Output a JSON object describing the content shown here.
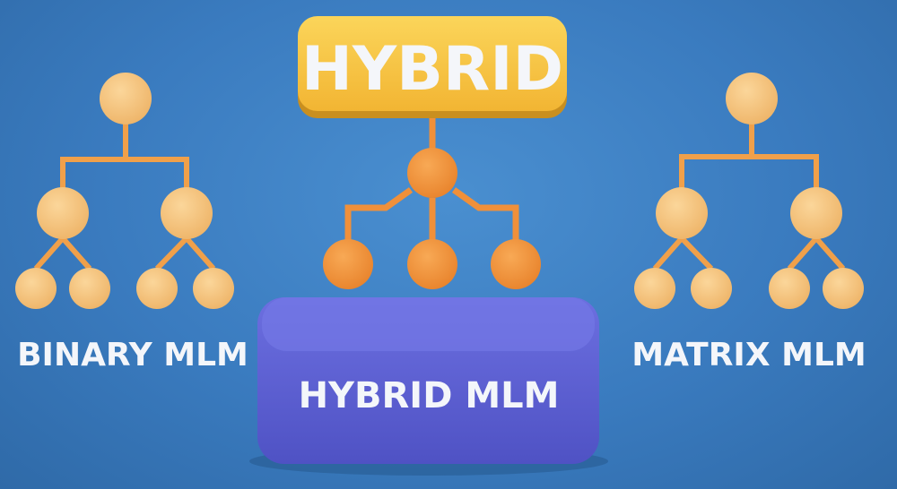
{
  "header": {
    "label": "HYBRID"
  },
  "platform": {
    "label": "HYBRID MLM"
  },
  "left_tree": {
    "label": "BINARY MLM"
  },
  "right_tree": {
    "label": "MATRIX MLM"
  },
  "colors": {
    "background": "#3a7bbf",
    "header": "#f6c445",
    "node_light": "#f6c27a",
    "node_dark": "#f0903a",
    "platform": "#5f63d4"
  }
}
